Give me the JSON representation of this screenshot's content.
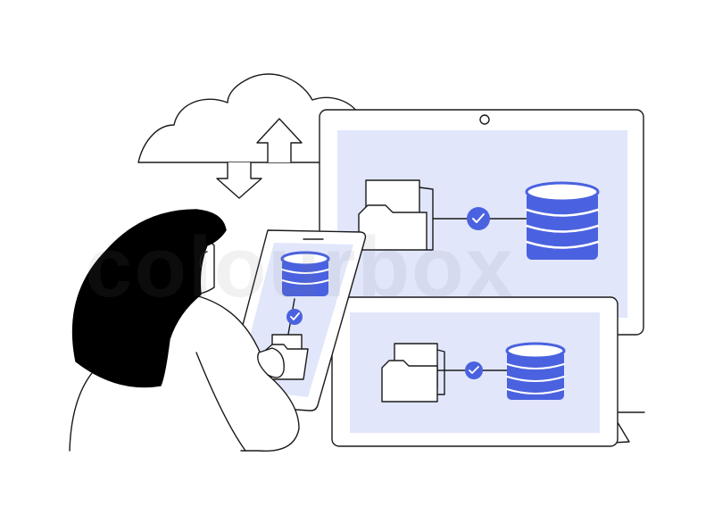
{
  "watermark": "colourbox",
  "colors": {
    "screen_fill": "#e1e6fb",
    "accent_blue": "#4a62df",
    "outline": "#1a1a1a",
    "hair": "#000000"
  },
  "scene": {
    "description_icons": [
      "cloud-sync-icon",
      "monitor",
      "phone",
      "tablet",
      "folder-icon",
      "database-icon",
      "check-icon",
      "person"
    ]
  }
}
